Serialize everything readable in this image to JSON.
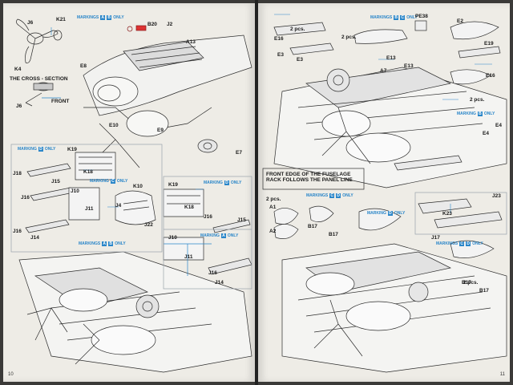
{
  "left_page": {
    "page_number": "10",
    "markings": [
      {
        "id": "mk-l-top",
        "text": "MARKINGS",
        "badges": [
          "A",
          "B"
        ],
        "suffix": "ONLY"
      },
      {
        "id": "mk-l-d",
        "text": "MARKING",
        "badges": [
          "D"
        ],
        "suffix": "ONLY"
      },
      {
        "id": "mk-l-c",
        "text": "MARKING",
        "badges": [
          "C"
        ],
        "suffix": "ONLY"
      },
      {
        "id": "mk-l-ab",
        "text": "MARKINGS",
        "badges": [
          "A",
          "B"
        ],
        "suffix": "ONLY"
      },
      {
        "id": "mk-l-d2",
        "text": "MARKING",
        "badges": [
          "D"
        ],
        "suffix": "ONLY"
      },
      {
        "id": "mk-l-a",
        "text": "MARKING",
        "badges": [
          "A"
        ],
        "suffix": "ONLY"
      }
    ],
    "cross_section_title": "THE CROSS - SECTION",
    "front_label": "FRONT",
    "part_labels": [
      "J6",
      "K21",
      "K4",
      "J6",
      "B20",
      "J2",
      "A13",
      "E8",
      "E10",
      "E9",
      "E7",
      "K19",
      "K18",
      "J18",
      "J16",
      "J15",
      "J10",
      "J11",
      "J4",
      "K10",
      "J22",
      "J16",
      "J14",
      "K19",
      "K18",
      "J16",
      "J15",
      "J10",
      "J11",
      "J16",
      "J14"
    ]
  },
  "right_page": {
    "page_number": "11",
    "markings": [
      {
        "id": "mk-r-top",
        "text": "MARKINGS",
        "badges": [
          "B",
          "C"
        ],
        "suffix": "ONLY"
      },
      {
        "id": "mk-r-b",
        "text": "MARKING",
        "badges": [
          "B"
        ],
        "suffix": "ONLY"
      },
      {
        "id": "mk-r-cd",
        "text": "MARKINGS",
        "badges": [
          "C",
          "D"
        ],
        "suffix": "ONLY"
      },
      {
        "id": "mk-r-d",
        "text": "MARKING",
        "badges": [
          "D"
        ],
        "suffix": "ONLY"
      },
      {
        "id": "mk-r-cd2",
        "text": "MARKINGS",
        "badges": [
          "C",
          "D"
        ],
        "suffix": "ONLY"
      }
    ],
    "notes": {
      "fuselage_rack": "FRONT EDGE OF THE FUSELAGE RACK FOLLOWS THE PANEL LINE",
      "two_pcs_a": "2 pcs.",
      "two_pcs_b": "2 pcs.",
      "two_pcs_c": "2 pcs.",
      "two_pcs_d": "2 pcs.",
      "two_pcs_e": "2 pcs."
    },
    "part_labels": [
      "E16",
      "E3",
      "E3",
      "PE38",
      "E2",
      "E19",
      "E13",
      "E13",
      "A7",
      "E16",
      "E4",
      "E4",
      "A1",
      "A2",
      "B17",
      "B17",
      "J23",
      "K23",
      "J17",
      "B17",
      "B17"
    ]
  }
}
